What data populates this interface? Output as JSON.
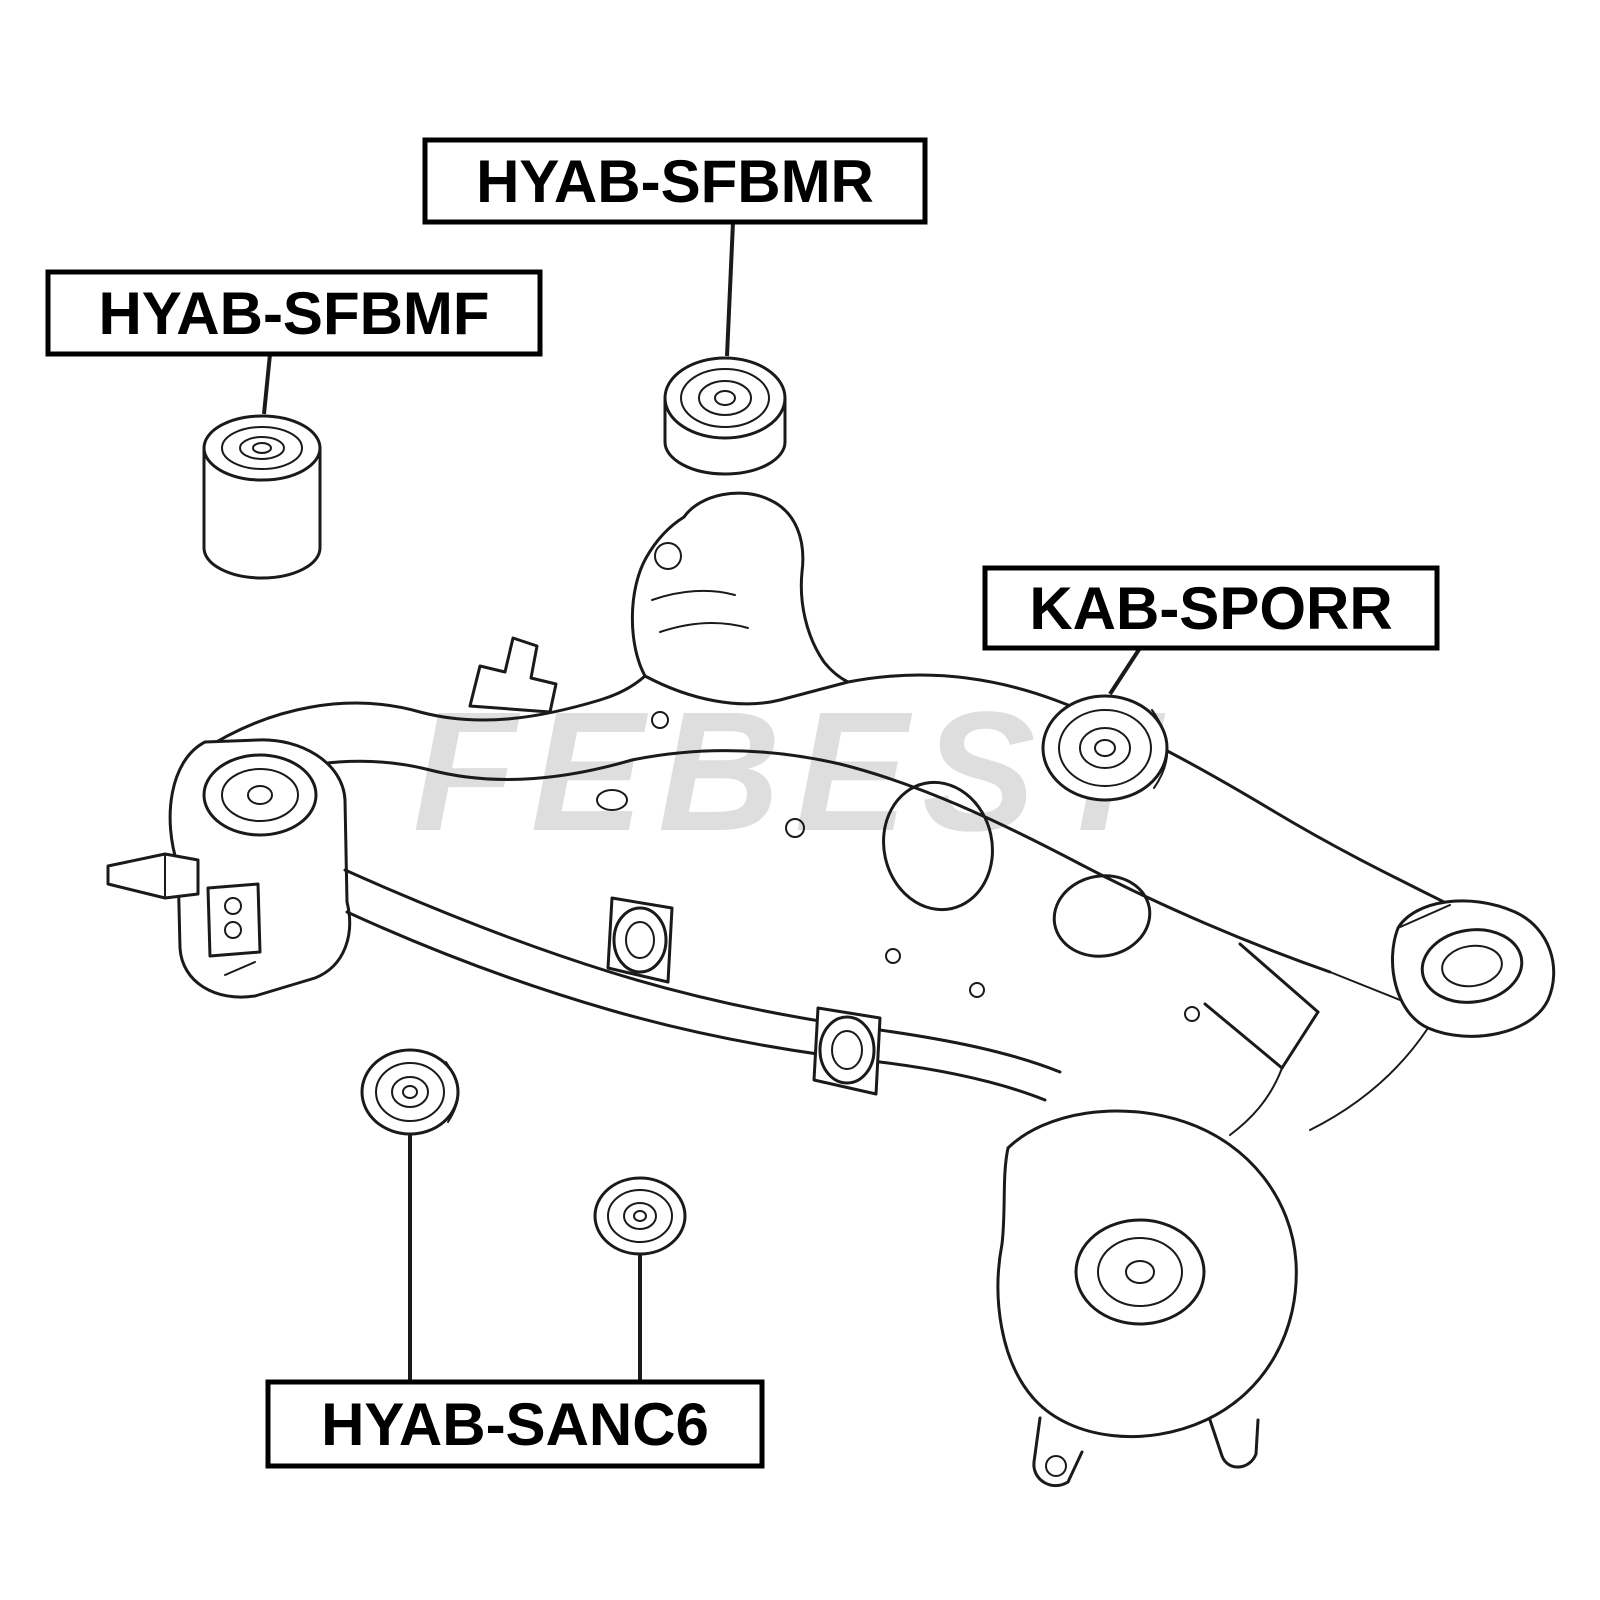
{
  "diagram": {
    "watermark": "FEBEST",
    "colors": {
      "line": "#1a1a1a",
      "background": "#ffffff",
      "watermark": "#d9d9d9",
      "label_border": "#000000",
      "label_text": "#000000"
    },
    "labels": [
      {
        "text": "HYAB-SFBMR"
      },
      {
        "text": "HYAB-SFBMF"
      },
      {
        "text": "KAB-SPORR"
      },
      {
        "text": "HYAB-SANC6"
      }
    ]
  }
}
